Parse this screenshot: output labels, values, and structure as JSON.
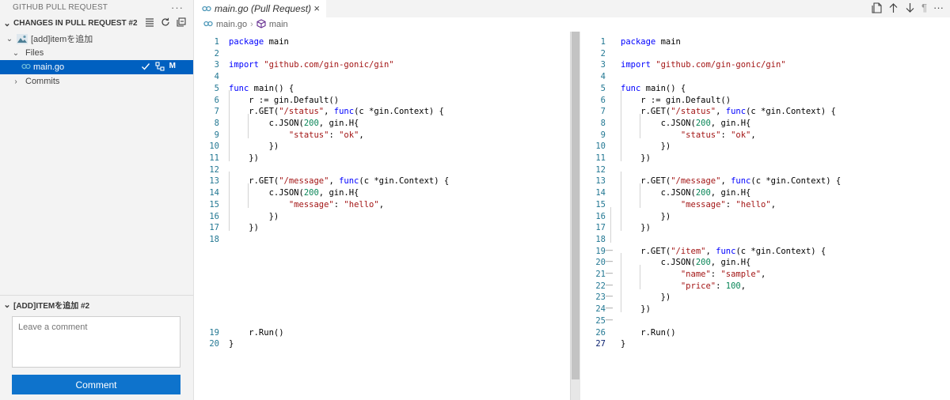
{
  "sidebar": {
    "title": "GITHUB PULL REQUEST",
    "more": "···",
    "changes_header": "CHANGES IN PULL REQUEST #2",
    "pr_item": "[add]itemを追加",
    "files_label": "Files",
    "file_name": "main.go",
    "file_status": "M",
    "commits_label": "Commits",
    "comment_header": "[ADD]ITEMを追加 #2",
    "comment_placeholder": "Leave a comment",
    "comment_button": "Comment"
  },
  "tab": {
    "label": "main.go (Pull Request)",
    "close": "×"
  },
  "breadcrumb": {
    "file": "main.go",
    "symbol": "main"
  },
  "colors": {
    "accent": "#0e73cc",
    "selection": "#0060c0",
    "inserted_bg": "#dbe7c5",
    "line_number": "#237893"
  },
  "left_lines": [
    {
      "num": "1",
      "tokens": [
        [
          "kw",
          "package"
        ],
        [
          "",
          "main"
        ]
      ]
    },
    {
      "num": "2",
      "tokens": []
    },
    {
      "num": "3",
      "tokens": [
        [
          "kw",
          "import"
        ],
        [
          "",
          ""
        ],
        [
          "str",
          "\"github.com/gin-gonic/gin\""
        ]
      ]
    },
    {
      "num": "4",
      "tokens": []
    },
    {
      "num": "5",
      "tokens": [
        [
          "kw",
          "func"
        ],
        [
          "",
          " main() {"
        ]
      ]
    },
    {
      "num": "6",
      "tokens": [
        [
          "",
          "    r := gin.Default()"
        ]
      ]
    },
    {
      "num": "7",
      "tokens": [
        [
          "",
          "    r.GET("
        ],
        [
          "str",
          "\"/status\""
        ],
        [
          "",
          ", "
        ],
        [
          "kw",
          "func"
        ],
        [
          "",
          "(c *gin.Context) {"
        ]
      ]
    },
    {
      "num": "8",
      "tokens": [
        [
          "",
          "        c.JSON("
        ],
        [
          "num",
          "200"
        ],
        [
          "",
          ", gin.H{"
        ]
      ]
    },
    {
      "num": "9",
      "tokens": [
        [
          "",
          "            "
        ],
        [
          "str",
          "\"status\""
        ],
        [
          "",
          ": "
        ],
        [
          "str",
          "\"ok\""
        ],
        [
          "",
          ","
        ]
      ]
    },
    {
      "num": "10",
      "tokens": [
        [
          "",
          "        })"
        ]
      ]
    },
    {
      "num": "11",
      "tokens": [
        [
          "",
          "    })"
        ]
      ]
    },
    {
      "num": "12",
      "tokens": []
    },
    {
      "num": "13",
      "tokens": [
        [
          "",
          "    r.GET("
        ],
        [
          "str",
          "\"/message\""
        ],
        [
          "",
          ", "
        ],
        [
          "kw",
          "func"
        ],
        [
          "",
          "(c *gin.Context) {"
        ]
      ]
    },
    {
      "num": "14",
      "tokens": [
        [
          "",
          "        c.JSON("
        ],
        [
          "num",
          "200"
        ],
        [
          "",
          ", gin.H{"
        ]
      ]
    },
    {
      "num": "15",
      "tokens": [
        [
          "",
          "            "
        ],
        [
          "str",
          "\"message\""
        ],
        [
          "",
          ": "
        ],
        [
          "str",
          "\"hello\""
        ],
        [
          "",
          ","
        ]
      ]
    },
    {
      "num": "16",
      "tokens": [
        [
          "",
          "        })"
        ]
      ]
    },
    {
      "num": "17",
      "tokens": [
        [
          "",
          "    })"
        ]
      ]
    },
    {
      "num": "18",
      "tokens": []
    },
    {
      "num": "19",
      "tokens": [
        [
          "",
          "    r.Run()"
        ]
      ]
    },
    {
      "num": "20",
      "tokens": [
        [
          "",
          "}"
        ]
      ]
    }
  ],
  "right_lines": [
    {
      "num": "1",
      "tokens": [
        [
          "kw",
          "package"
        ],
        [
          "",
          " main"
        ]
      ]
    },
    {
      "num": "2",
      "tokens": []
    },
    {
      "num": "3",
      "tokens": [
        [
          "kw",
          "import"
        ],
        [
          "",
          " "
        ],
        [
          "str",
          "\"github.com/gin-gonic/gin\""
        ]
      ]
    },
    {
      "num": "4",
      "tokens": []
    },
    {
      "num": "5",
      "tokens": [
        [
          "kw",
          "func"
        ],
        [
          "",
          " main() {"
        ]
      ]
    },
    {
      "num": "6",
      "tokens": [
        [
          "",
          "    r := gin.Default()"
        ]
      ]
    },
    {
      "num": "7",
      "tokens": [
        [
          "",
          "    r.GET("
        ],
        [
          "str",
          "\"/status\""
        ],
        [
          "",
          ", "
        ],
        [
          "kw",
          "func"
        ],
        [
          "",
          "(c *gin.Context) {"
        ]
      ]
    },
    {
      "num": "8",
      "tokens": [
        [
          "",
          "        c.JSON("
        ],
        [
          "num",
          "200"
        ],
        [
          "",
          ", gin.H{"
        ]
      ]
    },
    {
      "num": "9",
      "tokens": [
        [
          "",
          "            "
        ],
        [
          "str",
          "\"status\""
        ],
        [
          "",
          ": "
        ],
        [
          "str",
          "\"ok\""
        ],
        [
          "",
          ","
        ]
      ]
    },
    {
      "num": "10",
      "tokens": [
        [
          "",
          "        })"
        ]
      ]
    },
    {
      "num": "11",
      "tokens": [
        [
          "",
          "    })"
        ]
      ]
    },
    {
      "num": "12",
      "tokens": []
    },
    {
      "num": "13",
      "tokens": [
        [
          "",
          "    r.GET("
        ],
        [
          "str",
          "\"/message\""
        ],
        [
          "",
          ", "
        ],
        [
          "kw",
          "func"
        ],
        [
          "",
          "(c *gin.Context) {"
        ]
      ]
    },
    {
      "num": "14",
      "tokens": [
        [
          "",
          "        c.JSON("
        ],
        [
          "num",
          "200"
        ],
        [
          "",
          ", gin.H{"
        ]
      ]
    },
    {
      "num": "15",
      "tokens": [
        [
          "",
          "            "
        ],
        [
          "str",
          "\"message\""
        ],
        [
          "",
          ": "
        ],
        [
          "str",
          "\"hello\""
        ],
        [
          "",
          ","
        ]
      ]
    },
    {
      "num": "16",
      "tokens": [
        [
          "",
          "        })"
        ]
      ]
    },
    {
      "num": "17",
      "tokens": [
        [
          "",
          "    })"
        ]
      ]
    },
    {
      "num": "18",
      "tokens": []
    },
    {
      "num": "19",
      "tokens": [
        [
          "",
          "    r.GET("
        ],
        [
          "str",
          "\"/item\""
        ],
        [
          "",
          ", "
        ],
        [
          "kw",
          "func"
        ],
        [
          "",
          "(c *gin.Context) {"
        ]
      ]
    },
    {
      "num": "20",
      "tokens": [
        [
          "",
          "        c.JSON("
        ],
        [
          "num",
          "200"
        ],
        [
          "",
          ", gin.H{"
        ]
      ]
    },
    {
      "num": "21",
      "tokens": [
        [
          "",
          "            "
        ],
        [
          "str",
          "\"name\""
        ],
        [
          "",
          ": "
        ],
        [
          "str",
          "\"sample\""
        ],
        [
          "",
          ","
        ]
      ]
    },
    {
      "num": "22",
      "tokens": [
        [
          "",
          "            "
        ],
        [
          "str",
          "\"price\""
        ],
        [
          "",
          ": "
        ],
        [
          "num",
          "100"
        ],
        [
          "",
          ","
        ]
      ]
    },
    {
      "num": "23",
      "tokens": [
        [
          "",
          "        })"
        ]
      ]
    },
    {
      "num": "24",
      "tokens": [
        [
          "",
          "    })"
        ]
      ]
    },
    {
      "num": "25",
      "tokens": []
    },
    {
      "num": "26",
      "tokens": [
        [
          "",
          "    r.Run()"
        ]
      ]
    },
    {
      "num": "27",
      "tokens": [
        [
          "",
          "}"
        ]
      ]
    }
  ]
}
